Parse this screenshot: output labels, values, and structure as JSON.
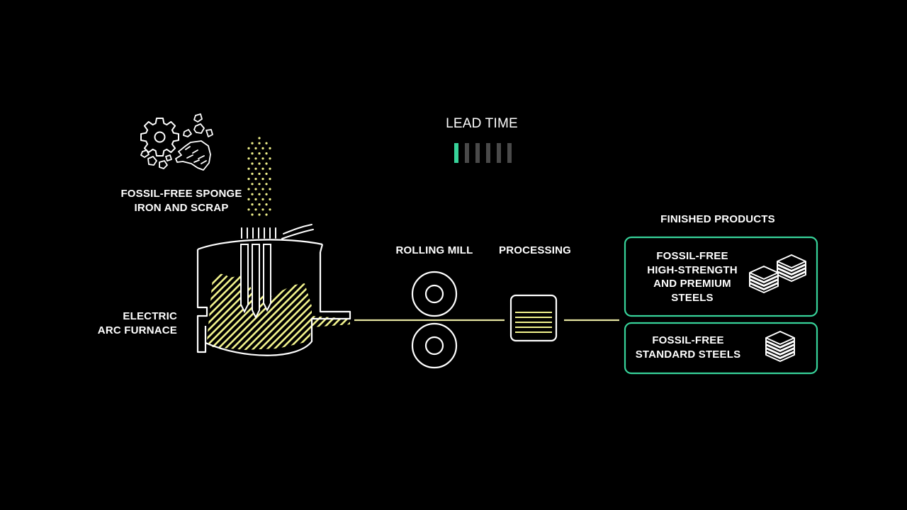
{
  "lead_time": {
    "title": "LEAD TIME",
    "segments_total": 6,
    "segments_filled": 1
  },
  "colors": {
    "accent_green": "#37d39a",
    "hatch_yellow": "#f1f28c",
    "feed_line": "#e6e5a0",
    "inactive_bar": "#4a4a4a",
    "stroke": "#ffffff",
    "background": "#000000"
  },
  "stages": {
    "raw_material": {
      "line1": "FOSSIL-FREE SPONGE",
      "line2": "IRON AND SCRAP",
      "icons": [
        "gear-icon",
        "sponge-iron-pellets-icon",
        "scrap-icon"
      ]
    },
    "furnace": {
      "line1": "ELECTRIC",
      "line2": "ARC FURNACE",
      "icons": [
        "electric-arc-furnace-icon",
        "electrode-icon"
      ]
    },
    "rolling_mill": {
      "label": "ROLLING MILL",
      "icons": [
        "roller-icon"
      ]
    },
    "processing": {
      "label": "PROCESSING",
      "icons": [
        "steel-coil-stack-icon"
      ]
    },
    "finished_products": {
      "title": "FINISHED PRODUCTS",
      "products": [
        {
          "lines": [
            "FOSSIL-FREE",
            "HIGH-STRENGTH",
            "AND PREMIUM",
            "STEELS"
          ],
          "icon": "double-plate-stack-icon"
        },
        {
          "lines": [
            "FOSSIL-FREE",
            "STANDARD STEELS"
          ],
          "icon": "plate-stack-icon"
        }
      ]
    }
  }
}
